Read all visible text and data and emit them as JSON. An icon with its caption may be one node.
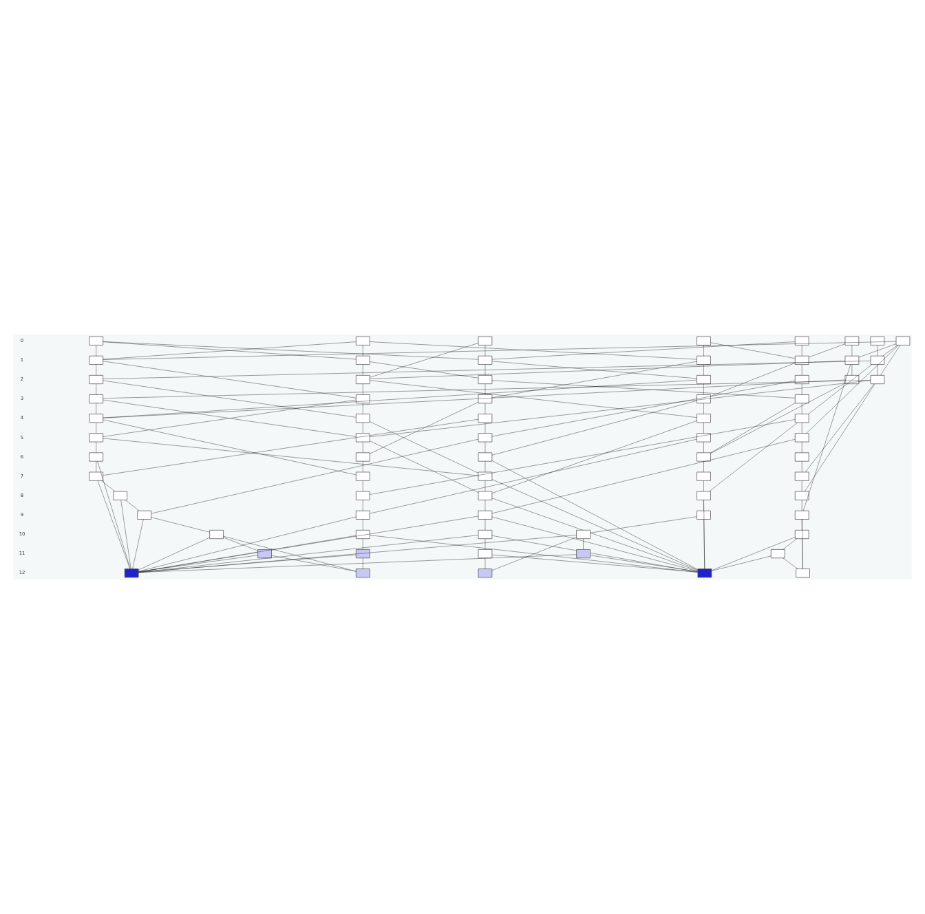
{
  "diagram": {
    "nodes": [
      {
        "text": [],
        "shape": "box"
      },
      {
        "text": [],
        "shape": "box"
      },
      {
        "text": [],
        "shape": "box"
      },
      {
        "text": [],
        "shape": "box"
      },
      {
        "text": [],
        "shape": "box"
      },
      {
        "text": [],
        "shape": "box"
      },
      {
        "text": [],
        "shape": "box"
      },
      {
        "text": [],
        "shape": "box"
      },
      {
        "text": [],
        "shape": "box"
      },
      {
        "text": [],
        "shape": "box"
      },
      {
        "text": [],
        "shape": "box"
      },
      {
        "text": [],
        "shape": "box"
      },
      {
        "text": [],
        "shape": "box"
      },
      {
        "text": [],
        "shape": "box"
      },
      {
        "text": [],
        "shape": "box"
      },
      {
        "text": [],
        "shape": "box"
      },
      {
        "text": [],
        "shape": "box"
      },
      {
        "text": [],
        "shape": "box"
      },
      {
        "text": [],
        "shape": "box"
      },
      {
        "text": [],
        "shape": "box"
      },
      {
        "text": [],
        "shape": "box"
      },
      {
        "text": [],
        "shape": "box"
      },
      {
        "text": [],
        "shape": "box"
      },
      {
        "text": [],
        "shape": "box"
      },
      {
        "text": [],
        "shape": "box"
      },
      {
        "text": [],
        "shape": "box"
      },
      {
        "text": [],
        "shape": "box"
      },
      {
        "text": [],
        "shape": "box"
      },
      {
        "text": [],
        "shape": "box"
      },
      {
        "text": [],
        "shape": "box"
      },
      {
        "text": [],
        "shape": "box"
      },
      {
        "text": [],
        "shape": "box"
      },
      {
        "text": [],
        "shape": "box"
      },
      {
        "text": [],
        "shape": "box"
      },
      {
        "text": [],
        "shape": "box"
      },
      {
        "text": [],
        "shape": "box"
      },
      {
        "text": [],
        "shape": "box"
      },
      {
        "text": [],
        "shape": "box"
      },
      {
        "text": [],
        "shape": "box"
      },
      {
        "text": [],
        "shape": "box"
      },
      {
        "text": [],
        "shape": "box"
      },
      {
        "text": [],
        "shape": "box"
      },
      {
        "text": [],
        "shape": "box"
      },
      {
        "text": [],
        "shape": "box"
      },
      {
        "text": [],
        "shape": "box"
      },
      {
        "text": [],
        "shape": "box"
      },
      {
        "text": [],
        "shape": "box"
      },
      {
        "text": [],
        "shape": "box"
      },
      {
        "text": [],
        "shape": "box"
      },
      {
        "text": [],
        "shape": "box"
      },
      {
        "text": [],
        "shape": "box"
      },
      {
        "text": [],
        "shape": "box"
      },
      {
        "text": [],
        "shape": "box"
      },
      {
        "text": [],
        "shape": "box"
      },
      {
        "text": [],
        "shape": "box"
      },
      {
        "text": [],
        "shape": "box"
      },
      {
        "text": [],
        "shape": "box"
      },
      {
        "text": [],
        "shape": "box"
      },
      {
        "text": [],
        "shape": "box"
      },
      {
        "text": [],
        "shape": "box"
      },
      {
        "text": [],
        "shape": "box"
      },
      {
        "text": [],
        "shape": "box"
      },
      {
        "text": [],
        "shape": "box"
      },
      {
        "text": [],
        "shape": "box"
      },
      {
        "text": [],
        "shape": "box"
      },
      {
        "text": [],
        "shape": "box"
      },
      {
        "text": [],
        "shape": "box"
      },
      {
        "text": [],
        "shape": "box"
      },
      {
        "text": [],
        "shape": "box"
      },
      {
        "text": [],
        "shape": "box"
      },
      {
        "text": [],
        "shape": "box"
      },
      {
        "text": [],
        "shape": "box"
      }
    ],
    "edges": [
      {
        "from": 0,
        "to": 8,
        "arrow": "none"
      },
      {
        "from": 8,
        "to": 15,
        "arrow": "none"
      },
      {
        "from": 15,
        "to": 22,
        "arrow": "none"
      },
      {
        "from": 22,
        "to": 27,
        "arrow": "none"
      },
      {
        "from": 27,
        "to": 32,
        "arrow": "none"
      },
      {
        "from": 32,
        "to": 37,
        "arrow": "none"
      },
      {
        "from": 37,
        "to": 42,
        "arrow": "none"
      },
      {
        "from": 42,
        "to": 47,
        "arrow": "none"
      },
      {
        "from": 47,
        "to": 52,
        "arrow": "none"
      },
      {
        "from": 52,
        "to": 57,
        "arrow": "none"
      },
      {
        "from": 57,
        "to": 62,
        "arrow": "none"
      },
      {
        "from": 62,
        "to": 67,
        "arrow": "none"
      },
      {
        "from": 1,
        "to": 9,
        "arrow": "none"
      },
      {
        "from": 9,
        "to": 16,
        "arrow": "none"
      },
      {
        "from": 16,
        "to": 23,
        "arrow": "none"
      },
      {
        "from": 23,
        "to": 28,
        "arrow": "none"
      },
      {
        "from": 28,
        "to": 33,
        "arrow": "none"
      },
      {
        "from": 33,
        "to": 38,
        "arrow": "none"
      },
      {
        "from": 38,
        "to": 43,
        "arrow": "none"
      },
      {
        "from": 43,
        "to": 48,
        "arrow": "none"
      },
      {
        "from": 48,
        "to": 53,
        "arrow": "none"
      },
      {
        "from": 53,
        "to": 58,
        "arrow": "none"
      },
      {
        "from": 58,
        "to": 63,
        "arrow": "none"
      },
      {
        "from": 63,
        "to": 68,
        "arrow": "none"
      },
      {
        "from": 2,
        "to": 10,
        "arrow": "none"
      },
      {
        "from": 10,
        "to": 17,
        "arrow": "none"
      },
      {
        "from": 17,
        "to": 24,
        "arrow": "none"
      },
      {
        "from": 24,
        "to": 29,
        "arrow": "none"
      },
      {
        "from": 29,
        "to": 34,
        "arrow": "none"
      },
      {
        "from": 34,
        "to": 39,
        "arrow": "none"
      },
      {
        "from": 39,
        "to": 44,
        "arrow": "none"
      },
      {
        "from": 44,
        "to": 49,
        "arrow": "none"
      },
      {
        "from": 49,
        "to": 54,
        "arrow": "none"
      },
      {
        "from": 54,
        "to": 59,
        "arrow": "none"
      },
      {
        "from": 59,
        "to": 64,
        "arrow": "none"
      },
      {
        "from": 64,
        "to": 69,
        "arrow": "none"
      },
      {
        "from": 3,
        "to": 11,
        "arrow": "none"
      },
      {
        "from": 11,
        "to": 18,
        "arrow": "none"
      },
      {
        "from": 18,
        "to": 25,
        "arrow": "none"
      },
      {
        "from": 25,
        "to": 30,
        "arrow": "none"
      },
      {
        "from": 30,
        "to": 35,
        "arrow": "none"
      },
      {
        "from": 35,
        "to": 40,
        "arrow": "none"
      },
      {
        "from": 40,
        "to": 45,
        "arrow": "none"
      },
      {
        "from": 45,
        "to": 50,
        "arrow": "none"
      },
      {
        "from": 50,
        "to": 55,
        "arrow": "none"
      },
      {
        "from": 55,
        "to": 60,
        "arrow": "none"
      },
      {
        "from": 60,
        "to": 65,
        "arrow": "none"
      },
      {
        "from": 65,
        "to": 70,
        "arrow": "none"
      },
      {
        "from": 4,
        "to": 12,
        "arrow": "none"
      },
      {
        "from": 12,
        "to": 19,
        "arrow": "none"
      },
      {
        "from": 19,
        "to": 26,
        "arrow": "none"
      },
      {
        "from": 26,
        "to": 31,
        "arrow": "none"
      },
      {
        "from": 31,
        "to": 36,
        "arrow": "none"
      },
      {
        "from": 36,
        "to": 41,
        "arrow": "none"
      },
      {
        "from": 41,
        "to": 46,
        "arrow": "none"
      },
      {
        "from": 46,
        "to": 51,
        "arrow": "none"
      },
      {
        "from": 51,
        "to": 56,
        "arrow": "none"
      },
      {
        "from": 56,
        "to": 61,
        "arrow": "none"
      },
      {
        "from": 61,
        "to": 66,
        "arrow": "none"
      },
      {
        "from": 66,
        "to": 71,
        "arrow": "none"
      },
      {
        "from": 5,
        "to": 13,
        "arrow": "none"
      },
      {
        "from": 6,
        "to": 14,
        "arrow": "none"
      },
      {
        "from": 13,
        "to": 20,
        "arrow": "none"
      },
      {
        "from": 14,
        "to": 21,
        "arrow": "none"
      },
      {
        "from": 7,
        "to": 8,
        "arrow": "none"
      },
      {
        "from": 7,
        "to": 13,
        "arrow": "none"
      },
      {
        "from": 7,
        "to": 14,
        "arrow": "none"
      },
      {
        "from": 7,
        "to": 36,
        "arrow": "none"
      },
      {
        "from": 7,
        "to": 51,
        "arrow": "none"
      },
      {
        "from": 0,
        "to": 9,
        "arrow": "none"
      },
      {
        "from": 1,
        "to": 8,
        "arrow": "none"
      },
      {
        "from": 2,
        "to": 16,
        "arrow": "none"
      },
      {
        "from": 14,
        "to": 15,
        "arrow": "none"
      },
      {
        "from": 13,
        "to": 16,
        "arrow": "none"
      },
      {
        "from": 21,
        "to": 22,
        "arrow": "none"
      },
      {
        "from": 20,
        "to": 27,
        "arrow": "none"
      },
      {
        "from": 21,
        "to": 33,
        "arrow": "none"
      },
      {
        "from": 20,
        "to": 40,
        "arrow": "none"
      },
      {
        "from": 14,
        "to": 50,
        "arrow": "none"
      },
      {
        "from": 13,
        "to": 56,
        "arrow": "none"
      },
      {
        "from": 21,
        "to": 46,
        "arrow": "none"
      },
      {
        "from": 47,
        "to": 67,
        "arrow": "none"
      },
      {
        "from": 52,
        "to": 67,
        "arrow": "none"
      },
      {
        "from": 53,
        "to": 67,
        "arrow": "none"
      },
      {
        "from": 54,
        "to": 67,
        "arrow": "none"
      },
      {
        "from": 57,
        "to": 67,
        "arrow": "none"
      },
      {
        "from": 58,
        "to": 67,
        "arrow": "none"
      },
      {
        "from": 59,
        "to": 67,
        "arrow": "none"
      },
      {
        "from": 60,
        "to": 67,
        "arrow": "none"
      },
      {
        "from": 42,
        "to": 67,
        "arrow": "none"
      },
      {
        "from": 37,
        "to": 67,
        "arrow": "none"
      },
      {
        "from": 49,
        "to": 70,
        "arrow": "none"
      },
      {
        "from": 50,
        "to": 70,
        "arrow": "none"
      },
      {
        "from": 54,
        "to": 70,
        "arrow": "none"
      },
      {
        "from": 55,
        "to": 70,
        "arrow": "none"
      },
      {
        "from": 44,
        "to": 70,
        "arrow": "none"
      },
      {
        "from": 39,
        "to": 70,
        "arrow": "none"
      },
      {
        "from": 58,
        "to": 70,
        "arrow": "none"
      },
      {
        "from": 59,
        "to": 70,
        "arrow": "none"
      },
      {
        "from": 61,
        "to": 70,
        "arrow": "none"
      },
      {
        "from": 62,
        "to": 68,
        "arrow": "none"
      },
      {
        "from": 63,
        "to": 67,
        "arrow": "none"
      },
      {
        "from": 65,
        "to": 67,
        "arrow": "none"
      },
      {
        "from": 66,
        "to": 70,
        "arrow": "none"
      },
      {
        "from": 64,
        "to": 70,
        "arrow": "none"
      },
      {
        "from": 57,
        "to": 68,
        "arrow": "none"
      },
      {
        "from": 60,
        "to": 69,
        "arrow": "none"
      },
      {
        "from": 56,
        "to": 71,
        "arrow": "none"
      },
      {
        "from": 61,
        "to": 71,
        "arrow": "none"
      },
      {
        "from": 22,
        "to": 33,
        "arrow": "none"
      },
      {
        "from": 23,
        "to": 32,
        "arrow": "none"
      },
      {
        "from": 24,
        "to": 38,
        "arrow": "none"
      },
      {
        "from": 25,
        "to": 39,
        "arrow": "none"
      },
      {
        "from": 26,
        "to": 40,
        "arrow": "none"
      },
      {
        "from": 27,
        "to": 43,
        "arrow": "none"
      },
      {
        "from": 28,
        "to": 44,
        "arrow": "none"
      },
      {
        "from": 29,
        "to": 42,
        "arrow": "none"
      },
      {
        "from": 30,
        "to": 49,
        "arrow": "none"
      },
      {
        "from": 31,
        "to": 48,
        "arrow": "none"
      },
      {
        "from": 32,
        "to": 44,
        "arrow": "none"
      },
      {
        "from": 33,
        "to": 49,
        "arrow": "none"
      },
      {
        "from": 34,
        "to": 52,
        "arrow": "none"
      },
      {
        "from": 35,
        "to": 53,
        "arrow": "none"
      },
      {
        "from": 36,
        "to": 54,
        "arrow": "none"
      },
      {
        "from": 15,
        "to": 28,
        "arrow": "none"
      },
      {
        "from": 16,
        "to": 30,
        "arrow": "none"
      },
      {
        "from": 17,
        "to": 26,
        "arrow": "none"
      },
      {
        "from": 18,
        "to": 27,
        "arrow": "none"
      },
      {
        "from": 19,
        "to": 34,
        "arrow": "none"
      },
      {
        "from": 9,
        "to": 17,
        "arrow": "none"
      },
      {
        "from": 10,
        "to": 18,
        "arrow": "none"
      },
      {
        "from": 11,
        "to": 24,
        "arrow": "none"
      },
      {
        "from": 12,
        "to": 25,
        "arrow": "none"
      },
      {
        "from": 8,
        "to": 23,
        "arrow": "none"
      },
      {
        "from": 0,
        "to": 10,
        "arrow": "none"
      },
      {
        "from": 1,
        "to": 11,
        "arrow": "none"
      },
      {
        "from": 3,
        "to": 12,
        "arrow": "none"
      },
      {
        "from": 4,
        "to": 10,
        "arrow": "none"
      },
      {
        "from": 5,
        "to": 12,
        "arrow": "none"
      }
    ],
    "labels": [
      "0",
      "1",
      "2",
      "3",
      "4",
      "5",
      "6",
      "7",
      "8",
      "9",
      "10",
      "11",
      "12"
    ]
  }
}
